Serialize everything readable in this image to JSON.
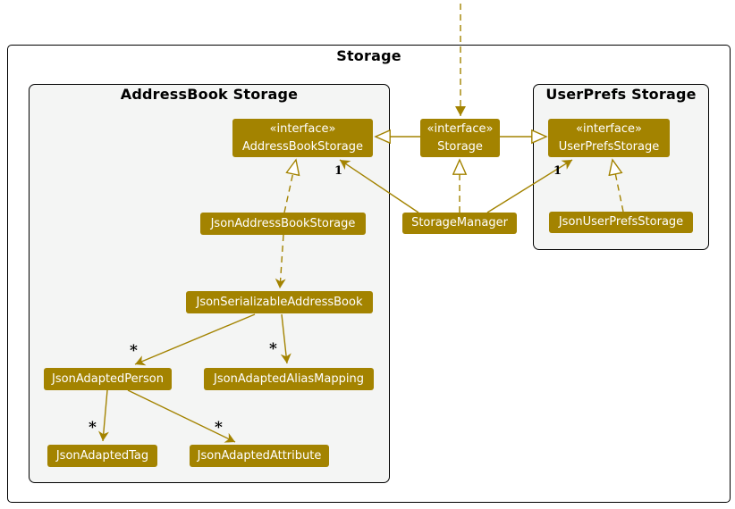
{
  "frames": {
    "outer": {
      "title": "Storage"
    },
    "addressbook": {
      "title": "AddressBook Storage"
    },
    "userprefs": {
      "title": "UserPrefs Storage"
    }
  },
  "boxes": {
    "addressbook_storage_interface": {
      "stereotype": "«interface»",
      "name": "AddressBookStorage"
    },
    "storage_interface": {
      "stereotype": "«interface»",
      "name": "Storage"
    },
    "userprefs_storage_interface": {
      "stereotype": "«interface»",
      "name": "UserPrefsStorage"
    },
    "json_addressbook_storage": {
      "name": "JsonAddressBookStorage"
    },
    "storage_manager": {
      "name": "StorageManager"
    },
    "json_userprefs_storage": {
      "name": "JsonUserPrefsStorage"
    },
    "json_serializable_addressbook": {
      "name": "JsonSerializableAddressBook"
    },
    "json_adapted_person": {
      "name": "JsonAdaptedPerson"
    },
    "json_adapted_alias_mapping": {
      "name": "JsonAdaptedAliasMapping"
    },
    "json_adapted_tag": {
      "name": "JsonAdaptedTag"
    },
    "json_adapted_attribute": {
      "name": "JsonAdaptedAttribute"
    }
  },
  "edges": [
    {
      "from": "offscreen-top",
      "to": "Storage",
      "type": "dashed-dependency",
      "label": ""
    },
    {
      "from": "Storage",
      "to": "AddressBookStorage",
      "type": "extends",
      "label": ""
    },
    {
      "from": "Storage",
      "to": "UserPrefsStorage",
      "type": "extends",
      "label": ""
    },
    {
      "from": "StorageManager",
      "to": "Storage",
      "type": "implements",
      "label": ""
    },
    {
      "from": "StorageManager",
      "to": "AddressBookStorage",
      "type": "association",
      "label": "1"
    },
    {
      "from": "StorageManager",
      "to": "UserPrefsStorage",
      "type": "association",
      "label": "1"
    },
    {
      "from": "JsonAddressBookStorage",
      "to": "AddressBookStorage",
      "type": "implements",
      "label": ""
    },
    {
      "from": "JsonUserPrefsStorage",
      "to": "UserPrefsStorage",
      "type": "implements",
      "label": ""
    },
    {
      "from": "JsonAddressBookStorage",
      "to": "JsonSerializableAddressBook",
      "type": "dashed-dependency",
      "label": ""
    },
    {
      "from": "JsonSerializableAddressBook",
      "to": "JsonAdaptedPerson",
      "type": "association",
      "label": "*"
    },
    {
      "from": "JsonSerializableAddressBook",
      "to": "JsonAdaptedAliasMapping",
      "type": "association",
      "label": "*"
    },
    {
      "from": "JsonAdaptedPerson",
      "to": "JsonAdaptedTag",
      "type": "association",
      "label": "*"
    },
    {
      "from": "JsonAdaptedPerson",
      "to": "JsonAdaptedAttribute",
      "type": "association",
      "label": "*"
    }
  ],
  "colors": {
    "accent": "#a38300",
    "box_text": "#ffffff",
    "frame_bg": "#f4f5f4",
    "frame_border": "#000000",
    "label_text": "#000000",
    "canvas_bg": "#ffffff"
  }
}
